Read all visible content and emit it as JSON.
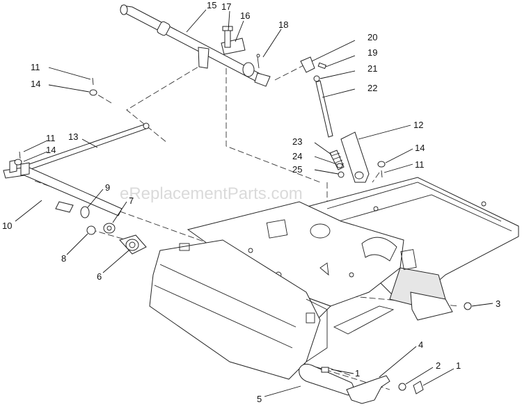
{
  "watermark": "eReplacementParts.com",
  "callouts": {
    "c15": "15",
    "c17": "17",
    "c16": "16",
    "c18": "18",
    "c20": "20",
    "c19": "19",
    "c21": "21",
    "c22": "22",
    "c11a": "11",
    "c14a": "14",
    "c11b": "11",
    "c14b": "14",
    "c13": "13",
    "c12": "12",
    "c23": "23",
    "c24": "24",
    "c25": "25",
    "c14c": "14",
    "c11c": "11",
    "c9": "9",
    "c7": "7",
    "c10": "10",
    "c8": "8",
    "c6": "6",
    "c3": "3",
    "c4": "4",
    "c2": "2",
    "c1a": "1",
    "c1b": "1",
    "c5": "5"
  }
}
